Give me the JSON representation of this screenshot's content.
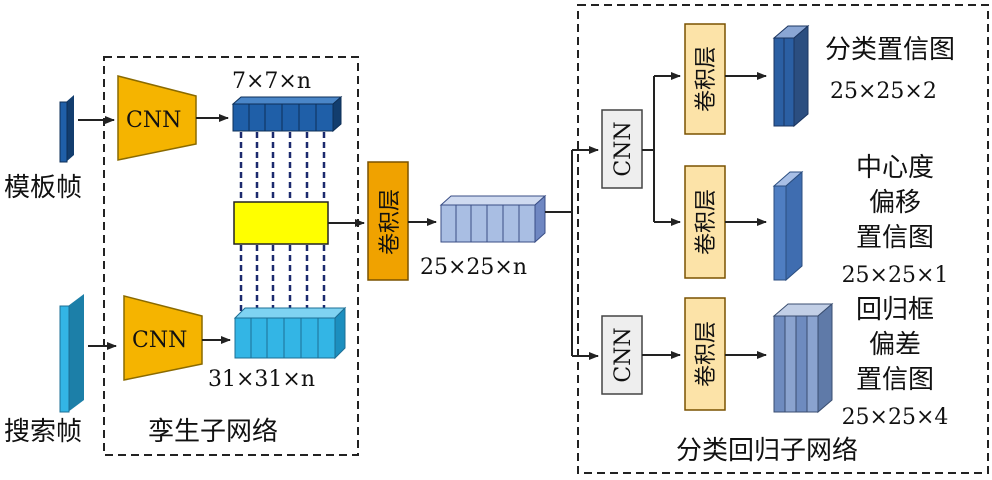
{
  "siamese": {
    "title": "孪生子网络",
    "template_label": "模板帧",
    "search_label": "搜索帧",
    "cnn_label": "CNN",
    "template_feature_dim": "7×7×n",
    "search_feature_dim": "31×31×n"
  },
  "fusion": {
    "conv_label": "卷积层",
    "output_dim": "25×25×n"
  },
  "head": {
    "title": "分类回归子网络",
    "cnn_label": "CNN",
    "conv_label": "卷积层",
    "branches": [
      {
        "name_lines": [
          "分类置信图"
        ],
        "dim": "25×25×2"
      },
      {
        "name_lines": [
          "中心度",
          "偏移",
          "置信图"
        ],
        "dim": "25×25×1"
      },
      {
        "name_lines": [
          "回归框",
          "偏差",
          "置信图"
        ],
        "dim": "25×25×4"
      }
    ]
  },
  "colors": {
    "cnn_fill": "#F5B400",
    "conv_fill": "#F0A200",
    "conv_light_fill": "#FCE3A8",
    "yellow_box": "#FFFF00",
    "template_blue": "#1F5FA8",
    "search_blue": "#33B5E5",
    "fusion_blue": "#A9BEE3"
  }
}
